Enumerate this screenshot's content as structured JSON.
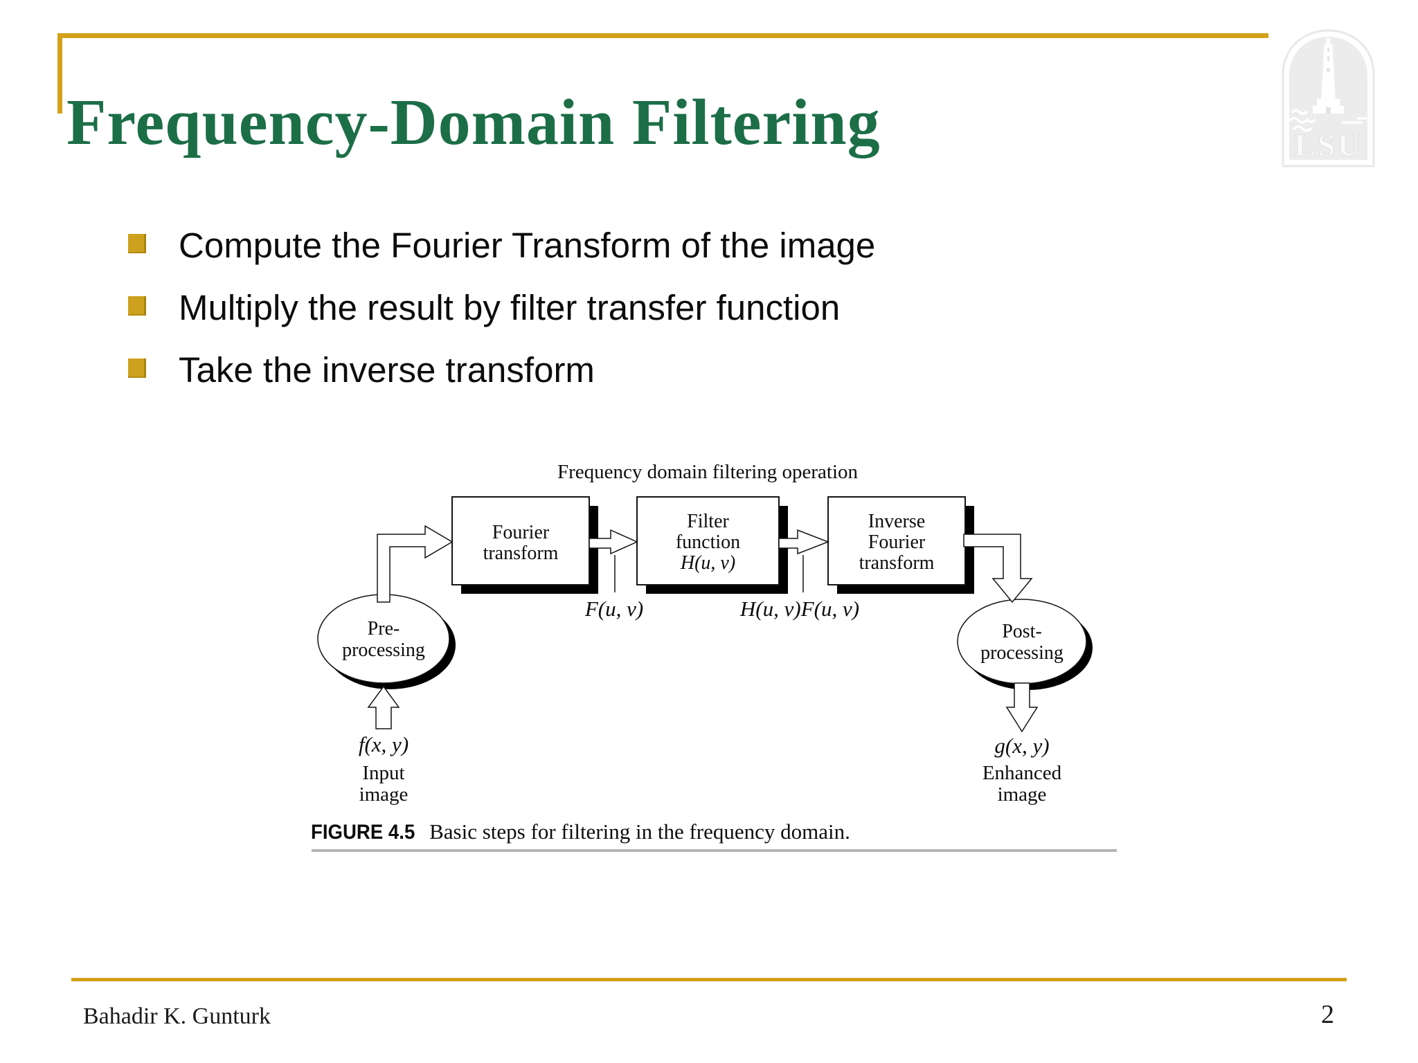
{
  "slide": {
    "title": "Frequency-Domain Filtering",
    "footer_author": "Bahadir K. Gunturk",
    "page_number": "2",
    "colors": {
      "title_green": "#1C6E47",
      "accent_gold": "#D4A017",
      "bullet_gold": "#CDA11D",
      "caption_rule_gray": "#b4b4b4"
    }
  },
  "logo": {
    "name": "lsu-watermark",
    "text": "LSU"
  },
  "bullets": [
    "Compute the Fourier Transform of the image",
    "Multiply the result by filter transfer function",
    "Take the inverse transform"
  ],
  "figure": {
    "operation_label": "Frequency domain filtering operation",
    "boxes": [
      {
        "lines": [
          "Fourier",
          "transform"
        ]
      },
      {
        "lines": [
          "Filter",
          "function",
          "H(u, v)"
        ]
      },
      {
        "lines": [
          "Inverse",
          "Fourier",
          "transform"
        ]
      }
    ],
    "signals": {
      "after_transform": "F(u, v)",
      "after_filter": "H(u, v)F(u, v)"
    },
    "pre": {
      "lines": [
        "Pre-",
        "processing"
      ]
    },
    "post": {
      "lines": [
        "Post-",
        "processing"
      ]
    },
    "input": {
      "math": "f(x, y)",
      "lines": [
        "Input",
        "image"
      ]
    },
    "output": {
      "math": "g(x, y)",
      "lines": [
        "Enhanced",
        "image"
      ]
    },
    "caption_label": "FIGURE 4.5",
    "caption_text": "Basic steps for filtering in the frequency domain."
  }
}
